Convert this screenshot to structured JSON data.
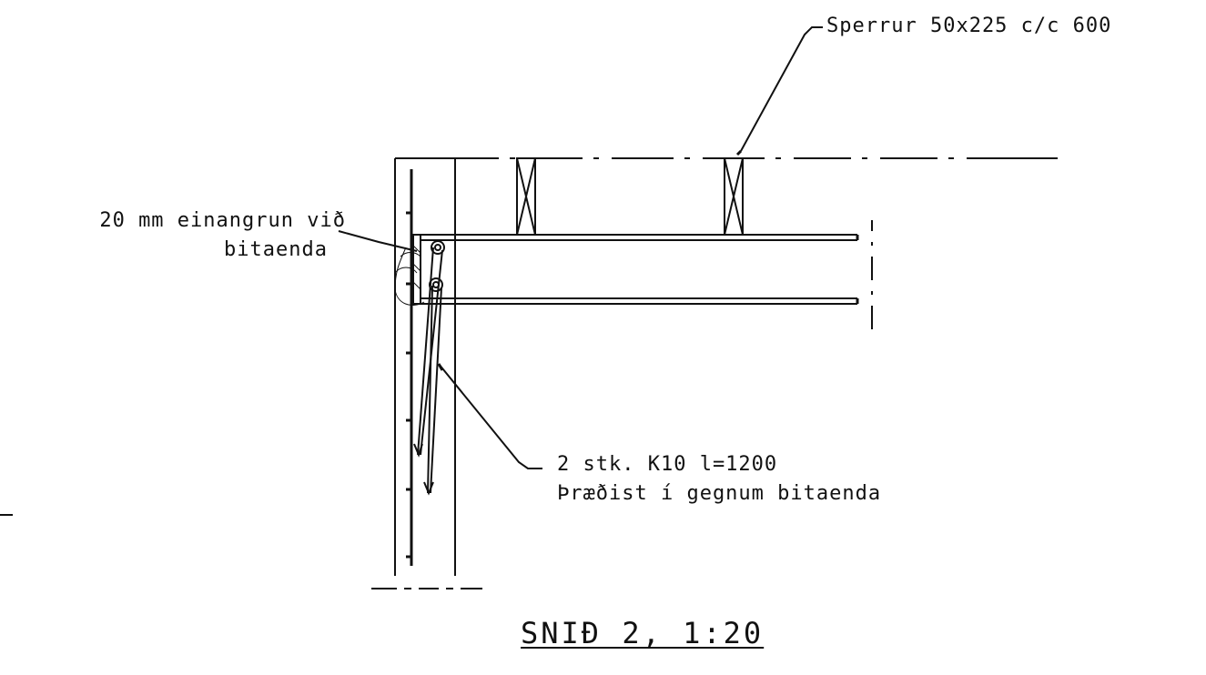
{
  "labels": {
    "rafters": "Sperrur 50x225 c/c 600",
    "insulation_line1": "20 mm einangrun við",
    "insulation_line2": "bitaenda",
    "rebar_line1": "2 stk. K10 l=1200",
    "rebar_line2": "Þræðist í gegnum bitaenda"
  },
  "title": "SNIÐ 2, 1:20",
  "colors": {
    "ink": "#111111",
    "background": "#ffffff"
  }
}
